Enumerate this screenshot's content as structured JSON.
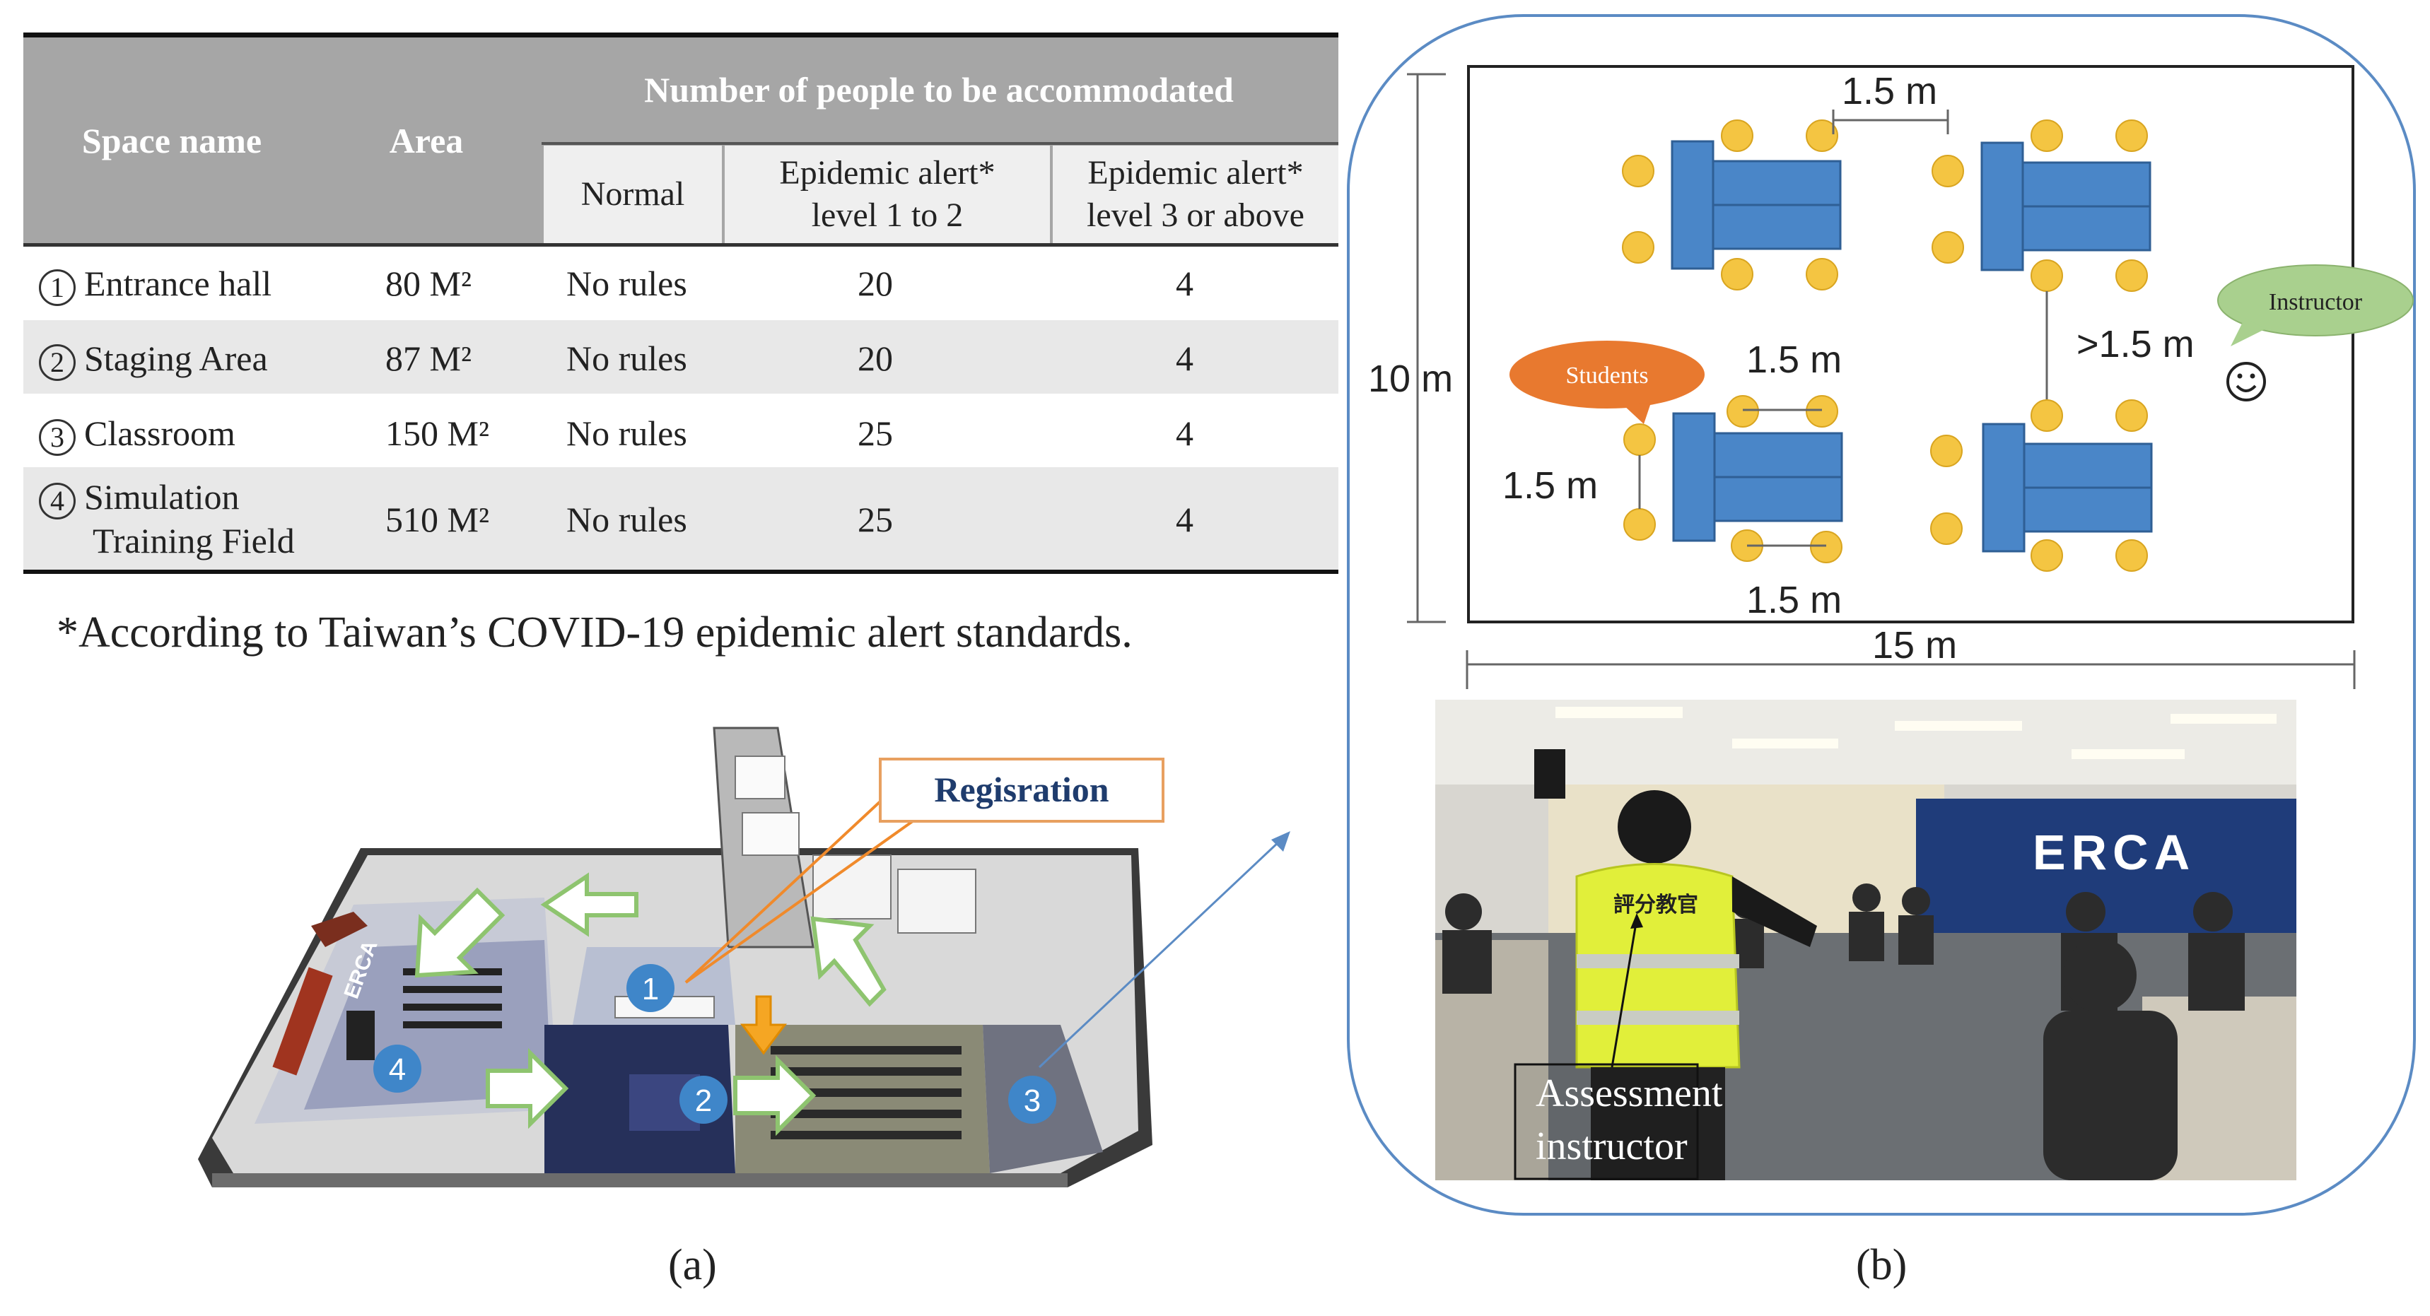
{
  "table": {
    "headers": {
      "space_name": "Space name",
      "area": "Area",
      "group": "Number of people to be accommodated",
      "normal": "Normal",
      "alert12_l1": "Epidemic alert*",
      "alert12_l2": "level 1 to 2",
      "alert3_l1": "Epidemic alert*",
      "alert3_l2": "level 3 or above"
    },
    "rows": [
      {
        "num": "1",
        "name": "Entrance hall",
        "name2": "",
        "area": "80 M²",
        "normal": "No rules",
        "alert12": "20",
        "alert3": "4"
      },
      {
        "num": "2",
        "name": "Staging Area",
        "name2": "",
        "area": "87 M²",
        "normal": "No rules",
        "alert12": "20",
        "alert3": "4"
      },
      {
        "num": "3",
        "name": "Classroom",
        "name2": "",
        "area": "150 M²",
        "normal": "No rules",
        "alert12": "25",
        "alert3": "4"
      },
      {
        "num": "4",
        "name": "Simulation",
        "name2": "Training Field",
        "area": "510 M²",
        "normal": "No rules",
        "alert12": "25",
        "alert3": "4"
      }
    ],
    "footnote": "*According to Taiwan’s COVID-19 epidemic alert standards."
  },
  "floorplan": {
    "callout": "Regisration",
    "markers": [
      "1",
      "2",
      "3",
      "4"
    ],
    "wall_sign": "ERCA"
  },
  "layout": {
    "dims": {
      "top_gap": "1.5 m",
      "right_gap": ">1.5 m",
      "left_gap": "1.5 m",
      "inner_top": "1.5 m",
      "inner_bottom": "1.5 m",
      "height": "10 m",
      "width": "15 m"
    },
    "students_bubble": "Students",
    "instructor_bubble": "Instructor"
  },
  "photo": {
    "vest_text": "評分教官",
    "banner": "ERCA",
    "caption_l1": "Assessment",
    "caption_l2": "instructor"
  },
  "labels": {
    "a": "(a)",
    "b": "(b)"
  },
  "colors": {
    "table_header": "#a6a6a6",
    "table_shade": "#e8e8e8",
    "desk": "#4a86c8",
    "face": "#f4c542",
    "marker": "#3f86c9",
    "arrow_green": "#8ec46f",
    "panel_border": "#5b8bc4",
    "students_bubble": "#e8792f",
    "instructor_bubble": "#a9d08e"
  }
}
